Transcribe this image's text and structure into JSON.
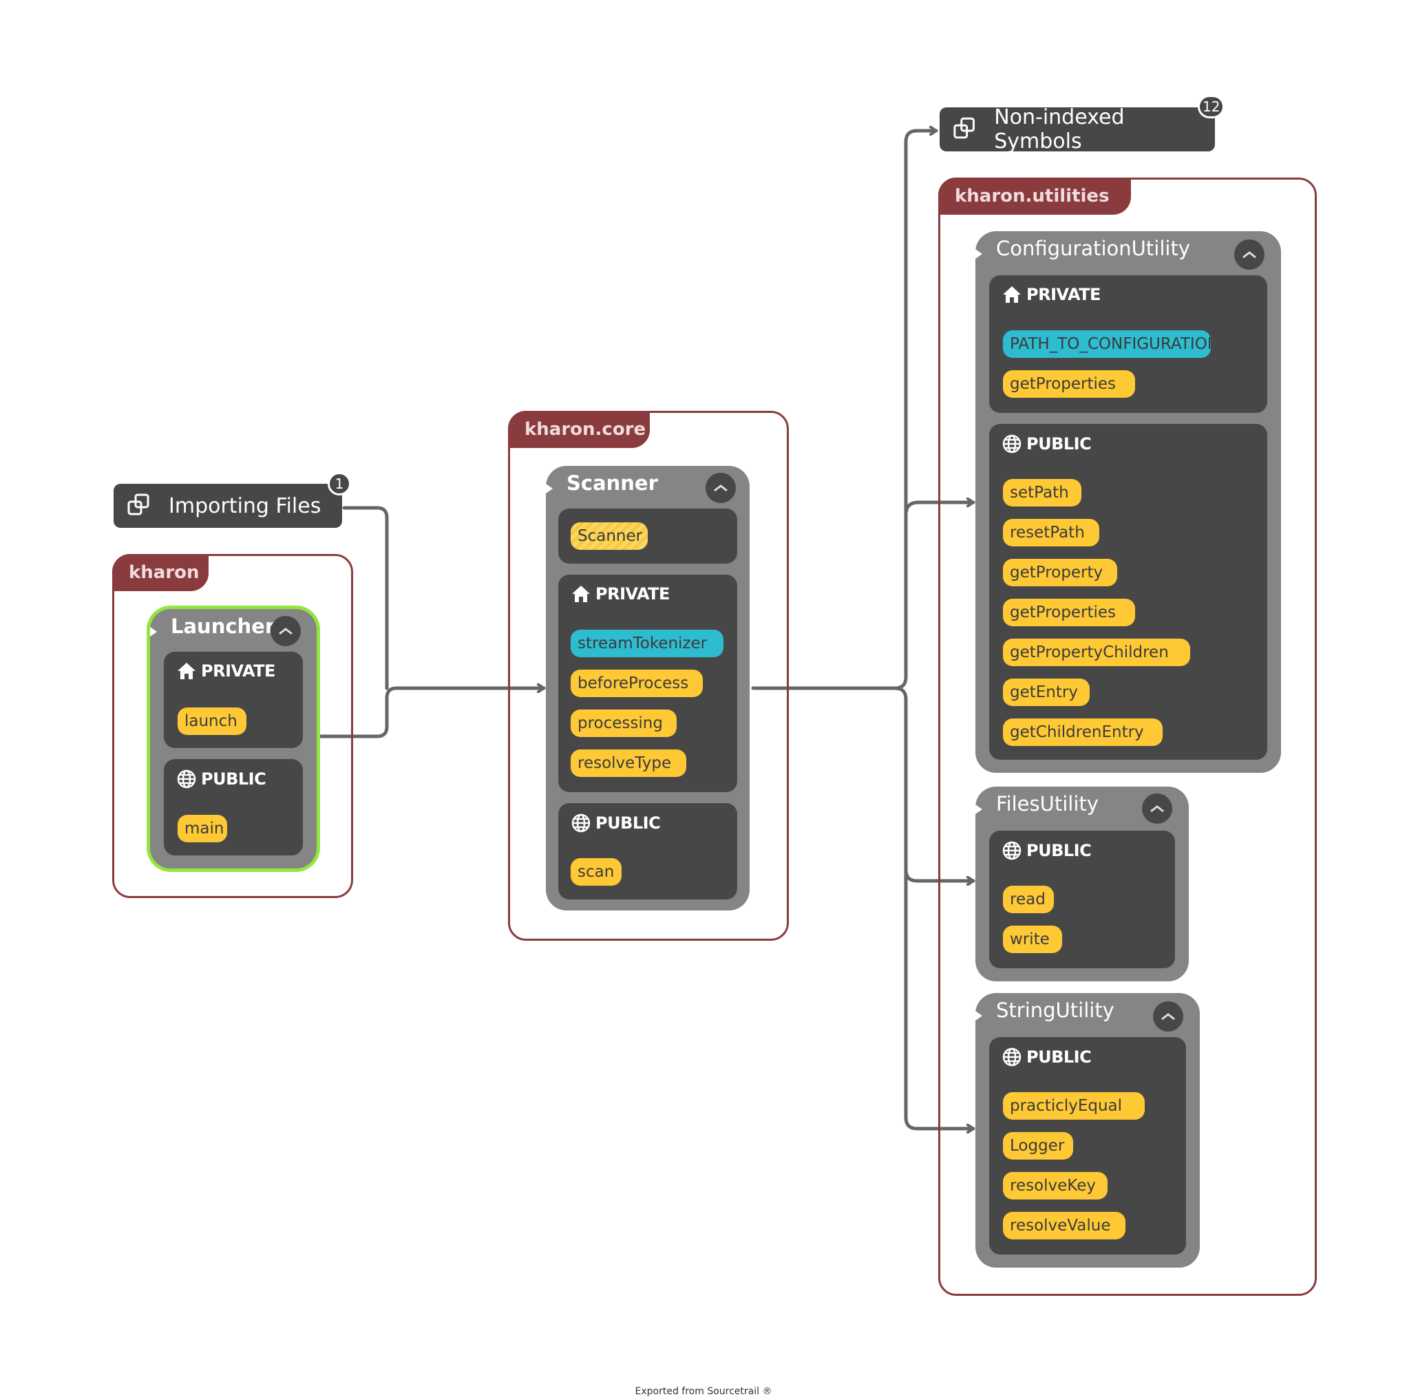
{
  "groups": {
    "importing_files": {
      "label": "Importing Files",
      "count": "1"
    },
    "non_indexed": {
      "label": "Non-indexed Symbols",
      "count": "12"
    }
  },
  "packages": {
    "kharon": {
      "name": "kharon",
      "launcher": {
        "title": "Launcher",
        "private_label": "PRIVATE",
        "private": [
          "launch"
        ],
        "public_label": "PUBLIC",
        "public": [
          "main"
        ]
      }
    },
    "core": {
      "name": "kharon.core",
      "scanner": {
        "title": "Scanner",
        "constructor": "Scanner",
        "private_label": "PRIVATE",
        "private": [
          "streamTokenizer",
          "beforeProcess",
          "processing",
          "resolveType"
        ],
        "public_label": "PUBLIC",
        "public": [
          "scan"
        ]
      }
    },
    "utilities": {
      "name": "kharon.utilities",
      "configuration": {
        "title": "ConfigurationUtility",
        "private_label": "PRIVATE",
        "private": [
          "PATH_TO_CONFIGURATION",
          "getProperties"
        ],
        "public_label": "PUBLIC",
        "public": [
          "setPath",
          "resetPath",
          "getProperty",
          "getProperties",
          "getPropertyChildren",
          "getEntry",
          "getChildrenEntry"
        ]
      },
      "files": {
        "title": "FilesUtility",
        "public_label": "PUBLIC",
        "public": [
          "read",
          "write"
        ]
      },
      "string": {
        "title": "StringUtility",
        "public_label": "PUBLIC",
        "public": [
          "practiclyEqual",
          "Logger",
          "resolveKey",
          "resolveValue"
        ]
      }
    }
  },
  "colors": {
    "package_border": "#8a3b3e",
    "class_bg": "#858585",
    "section_bg": "#474747",
    "function_pill": "#fec935",
    "variable_pill": "#2ebcd1",
    "active_outline": "#93e63d",
    "edge": "#666666"
  },
  "icons": {
    "group": "grouping-icon",
    "private": "house-icon",
    "public": "globe-icon",
    "collapse": "chevron-up-icon"
  },
  "footer": "Exported from Sourcetrail ®"
}
